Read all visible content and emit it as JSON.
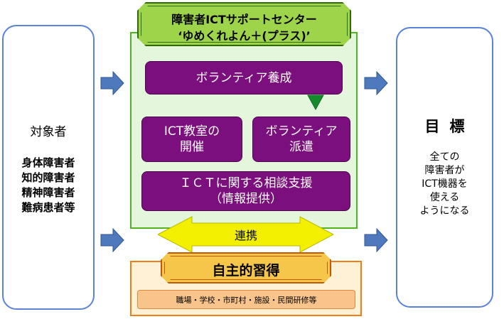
{
  "left_box": {
    "title": "対象者",
    "items": [
      "身体障害者",
      "知的障害者",
      "精神障害者",
      "難病患者等"
    ]
  },
  "center": {
    "header_line1": "障害者ICTサポートセンター",
    "header_line2": "‘ゆめくれよん＋(プラス)’",
    "volunteer_training": "ボランティア養成",
    "ict_class_line1": "ICT教室の",
    "ict_class_line2": "開催",
    "volunteer_dispatch_line1": "ボランティア",
    "volunteer_dispatch_line2": "派遣",
    "consult_line1": "ＩＣＴに関する相談支援",
    "consult_line2": "（情報提供）"
  },
  "renkei": "連携",
  "bottom": {
    "title": "自主的習得",
    "places": "職場・学校・市町村・施設・民間研修等"
  },
  "right_box": {
    "title": "目標",
    "lines": [
      "全ての",
      "障害者が",
      "ICT機器を",
      "使える",
      "ようになる"
    ]
  },
  "colors": {
    "side_border": "#5b82d9",
    "arrow_fill": "#4f79bd",
    "green_panel": "#e4f7dc",
    "green_border": "#4fb41e",
    "header_fill": "#9ed44a",
    "purple": "#7c0f7e",
    "yellow_arrow": "#f2f000",
    "orange_border": "#f07d16",
    "gold_fill": "#f6c64b",
    "peach_fill": "#f8c48b"
  }
}
